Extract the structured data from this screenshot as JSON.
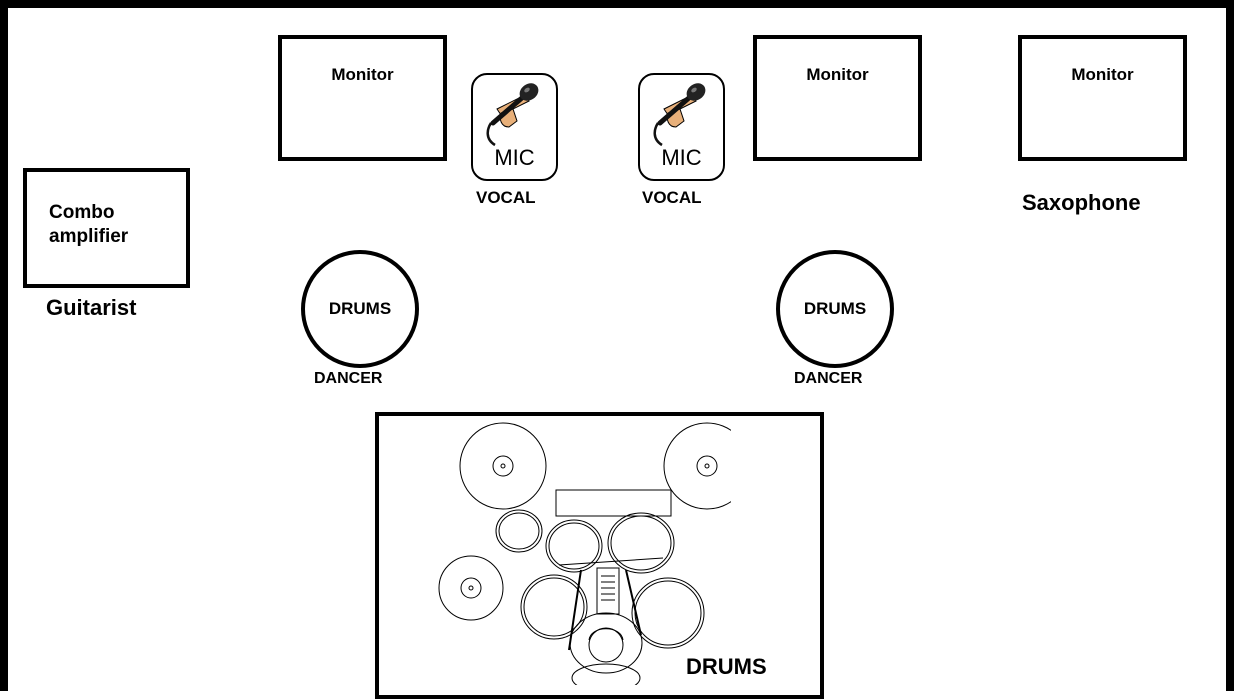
{
  "monitors": [
    {
      "label": "Monitor"
    },
    {
      "label": "Monitor"
    },
    {
      "label": "Monitor"
    }
  ],
  "mics": [
    {
      "label": "MIC",
      "caption": "VOCAL"
    },
    {
      "label": "MIC",
      "caption": "VOCAL"
    }
  ],
  "amp": {
    "label_line1": "Combo",
    "label_line2": "amplifier",
    "caption": "Guitarist"
  },
  "saxophone": {
    "label": "Saxophone"
  },
  "dancers": [
    {
      "label": "DRUMS",
      "caption": "DANCER"
    },
    {
      "label": "DRUMS",
      "caption": "DANCER"
    }
  ],
  "drum_riser": {
    "label": "DRUMS"
  },
  "icons": [
    "microphone-hand-icon",
    "drum-kit-icon"
  ]
}
